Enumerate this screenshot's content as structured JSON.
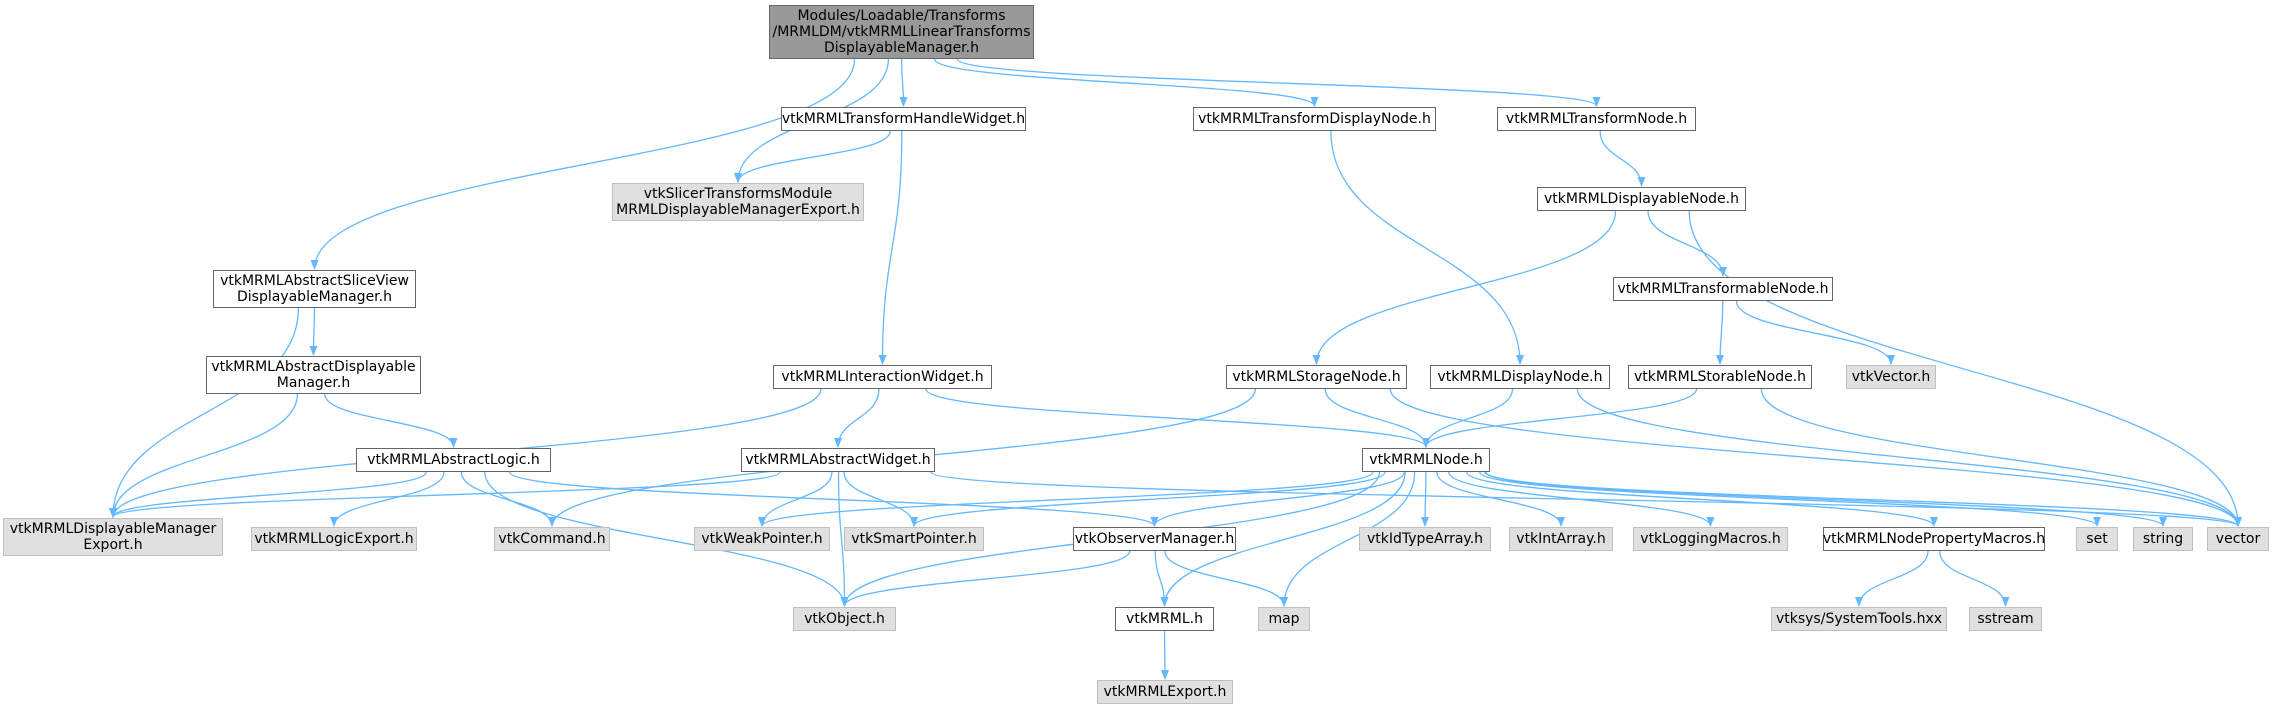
{
  "diagram": {
    "nodes": [
      {
        "id": "root",
        "lines": [
          "Modules/Loadable/Transforms",
          "/MRMLDM/vtkMRMLLinearTransforms",
          "DisplayableManager.h"
        ],
        "kind": "root"
      },
      {
        "id": "handlewidget",
        "lines": [
          "vtkMRMLTransformHandleWidget.h"
        ],
        "kind": "normal"
      },
      {
        "id": "displaynode_t",
        "lines": [
          "vtkMRMLTransformDisplayNode.h"
        ],
        "kind": "normal"
      },
      {
        "id": "transformnode",
        "lines": [
          "vtkMRMLTransformNode.h"
        ],
        "kind": "normal"
      },
      {
        "id": "slicerexport",
        "lines": [
          "vtkSlicerTransformsModule",
          "MRMLDisplayableManagerExport.h"
        ],
        "kind": "external"
      },
      {
        "id": "displayablenode",
        "lines": [
          "vtkMRMLDisplayableNode.h"
        ],
        "kind": "normal"
      },
      {
        "id": "abstractsliceview",
        "lines": [
          "vtkMRMLAbstractSliceView",
          "DisplayableManager.h"
        ],
        "kind": "normal"
      },
      {
        "id": "transformablenode",
        "lines": [
          "vtkMRMLTransformableNode.h"
        ],
        "kind": "normal"
      },
      {
        "id": "abstractdm",
        "lines": [
          "vtkMRMLAbstractDisplayable",
          "Manager.h"
        ],
        "kind": "normal"
      },
      {
        "id": "interactionwidget",
        "lines": [
          "vtkMRMLInteractionWidget.h"
        ],
        "kind": "normal"
      },
      {
        "id": "storagenode",
        "lines": [
          "vtkMRMLStorageNode.h"
        ],
        "kind": "normal"
      },
      {
        "id": "displaynode",
        "lines": [
          "vtkMRMLDisplayNode.h"
        ],
        "kind": "normal"
      },
      {
        "id": "storablenode",
        "lines": [
          "vtkMRMLStorableNode.h"
        ],
        "kind": "normal"
      },
      {
        "id": "vtkvector",
        "lines": [
          "vtkVector.h"
        ],
        "kind": "external"
      },
      {
        "id": "abstractlogic",
        "lines": [
          "vtkMRMLAbstractLogic.h"
        ],
        "kind": "normal"
      },
      {
        "id": "abstractwidget",
        "lines": [
          "vtkMRMLAbstractWidget.h"
        ],
        "kind": "normal"
      },
      {
        "id": "mrmlnode",
        "lines": [
          "vtkMRMLNode.h"
        ],
        "kind": "normal"
      },
      {
        "id": "dmexport",
        "lines": [
          "vtkMRMLDisplayableManager",
          "Export.h"
        ],
        "kind": "external"
      },
      {
        "id": "logicexport",
        "lines": [
          "vtkMRMLLogicExport.h"
        ],
        "kind": "external"
      },
      {
        "id": "vtkcommand",
        "lines": [
          "vtkCommand.h"
        ],
        "kind": "external"
      },
      {
        "id": "weakpointer",
        "lines": [
          "vtkWeakPointer.h"
        ],
        "kind": "external"
      },
      {
        "id": "smartpointer",
        "lines": [
          "vtkSmartPointer.h"
        ],
        "kind": "external"
      },
      {
        "id": "observermanager",
        "lines": [
          "vtkObserverManager.h"
        ],
        "kind": "normal"
      },
      {
        "id": "idtypearray",
        "lines": [
          "vtkIdTypeArray.h"
        ],
        "kind": "external"
      },
      {
        "id": "intarray",
        "lines": [
          "vtkIntArray.h"
        ],
        "kind": "external"
      },
      {
        "id": "loggingmacros",
        "lines": [
          "vtkLoggingMacros.h"
        ],
        "kind": "external"
      },
      {
        "id": "propertymacros",
        "lines": [
          "vtkMRMLNodePropertyMacros.h"
        ],
        "kind": "normal"
      },
      {
        "id": "set",
        "lines": [
          "set"
        ],
        "kind": "external"
      },
      {
        "id": "string",
        "lines": [
          "string"
        ],
        "kind": "external"
      },
      {
        "id": "vector",
        "lines": [
          "vector"
        ],
        "kind": "external"
      },
      {
        "id": "vtkobject",
        "lines": [
          "vtkObject.h"
        ],
        "kind": "external"
      },
      {
        "id": "vtkmrml",
        "lines": [
          "vtkMRML.h"
        ],
        "kind": "normal"
      },
      {
        "id": "map",
        "lines": [
          "map"
        ],
        "kind": "external"
      },
      {
        "id": "systemtools",
        "lines": [
          "vtksys/SystemTools.hxx"
        ],
        "kind": "external"
      },
      {
        "id": "sstream",
        "lines": [
          "sstream"
        ],
        "kind": "external"
      },
      {
        "id": "mrmlexport",
        "lines": [
          "vtkMRMLExport.h"
        ],
        "kind": "external"
      }
    ],
    "edges": [
      [
        "root",
        "slicerexport"
      ],
      [
        "root",
        "handlewidget"
      ],
      [
        "root",
        "displaynode_t"
      ],
      [
        "root",
        "transformnode"
      ],
      [
        "root",
        "abstractsliceview"
      ],
      [
        "handlewidget",
        "slicerexport"
      ],
      [
        "handlewidget",
        "interactionwidget"
      ],
      [
        "displaynode_t",
        "displaynode"
      ],
      [
        "transformnode",
        "displayablenode"
      ],
      [
        "displayablenode",
        "transformablenode"
      ],
      [
        "displayablenode",
        "storagenode"
      ],
      [
        "displayablenode",
        "vector"
      ],
      [
        "transformablenode",
        "storablenode"
      ],
      [
        "transformablenode",
        "vtkvector"
      ],
      [
        "abstractsliceview",
        "abstractdm"
      ],
      [
        "abstractsliceview",
        "dmexport"
      ],
      [
        "abstractdm",
        "abstractlogic"
      ],
      [
        "abstractdm",
        "dmexport"
      ],
      [
        "interactionwidget",
        "abstractwidget"
      ],
      [
        "interactionwidget",
        "mrmlnode"
      ],
      [
        "interactionwidget",
        "dmexport"
      ],
      [
        "storagenode",
        "mrmlnode"
      ],
      [
        "storagenode",
        "vtkcommand"
      ],
      [
        "storagenode",
        "vector"
      ],
      [
        "displaynode",
        "mrmlnode"
      ],
      [
        "displaynode",
        "vector"
      ],
      [
        "storablenode",
        "mrmlnode"
      ],
      [
        "storablenode",
        "vector"
      ],
      [
        "abstractlogic",
        "logicexport"
      ],
      [
        "abstractlogic",
        "vtkcommand"
      ],
      [
        "abstractlogic",
        "vtkobject"
      ],
      [
        "abstractlogic",
        "observermanager"
      ],
      [
        "abstractlogic",
        "dmexport"
      ],
      [
        "abstractwidget",
        "dmexport"
      ],
      [
        "abstractwidget",
        "weakpointer"
      ],
      [
        "abstractwidget",
        "smartpointer"
      ],
      [
        "abstractwidget",
        "vtkobject"
      ],
      [
        "abstractwidget",
        "vector"
      ],
      [
        "mrmlnode",
        "weakpointer"
      ],
      [
        "mrmlnode",
        "smartpointer"
      ],
      [
        "mrmlnode",
        "observermanager"
      ],
      [
        "mrmlnode",
        "vtkobject"
      ],
      [
        "mrmlnode",
        "vtkmrml"
      ],
      [
        "mrmlnode",
        "map"
      ],
      [
        "mrmlnode",
        "idtypearray"
      ],
      [
        "mrmlnode",
        "intarray"
      ],
      [
        "mrmlnode",
        "loggingmacros"
      ],
      [
        "mrmlnode",
        "propertymacros"
      ],
      [
        "mrmlnode",
        "set"
      ],
      [
        "mrmlnode",
        "string"
      ],
      [
        "mrmlnode",
        "vector"
      ],
      [
        "observermanager",
        "vtkobject"
      ],
      [
        "observermanager",
        "vtkmrml"
      ],
      [
        "observermanager",
        "map"
      ],
      [
        "propertymacros",
        "systemtools"
      ],
      [
        "propertymacros",
        "sstream"
      ],
      [
        "vtkmrml",
        "mrmlexport"
      ]
    ],
    "colors": {
      "edge": "#63b8ff",
      "root_fill": "#999999",
      "external_fill": "#e0e0e0",
      "node_border": "#666666"
    }
  }
}
